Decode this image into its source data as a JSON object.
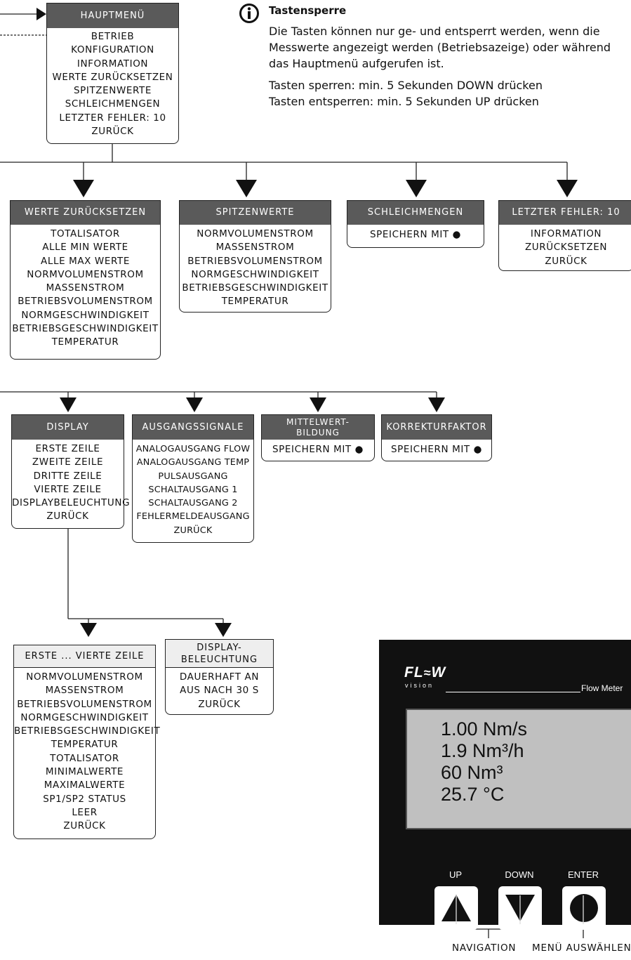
{
  "hauptmenue": {
    "title": "HAUPTMENÜ",
    "items": [
      "BETRIEB",
      "KONFIGURATION",
      "INFORMATION",
      "WERTE ZURÜCKSETZEN",
      "SPITZENWERTE",
      "SCHLEICHMENGEN",
      "LETZTER FEHLER: 10",
      "ZURÜCK"
    ]
  },
  "info": {
    "title": "Tastensperre",
    "text": "Die Tasten können nur ge- und entsperrt werden, wenn die Messwerte angezeigt werden (Betriebsazeige) oder während das Hauptmenü aufgerufen ist.",
    "lock": "Tasten sperren: min. 5 Sekunden DOWN drücken",
    "unlock": "Tasten entsperren: min. 5 Sekunden UP drücken"
  },
  "werte": {
    "title": "WERTE ZURÜCKSETZEN",
    "items": [
      "TOTALISATOR",
      "ALLE MIN WERTE",
      "ALLE MAX WERTE",
      "NORMVOLUMENSTROM",
      "MASSENSTROM",
      "BETRIEBSVOLUMENSTROM",
      "NORMGESCHWINDIGKEIT",
      "BETRIEBSGESCHWINDIGKEIT",
      "TEMPERATUR"
    ]
  },
  "spitzen": {
    "title": "SPITZENWERTE",
    "items": [
      "NORMVOLUMENSTROM",
      "MASSENSTROM",
      "BETRIEBSVOLUMENSTROM",
      "NORMGESCHWINDIGKEIT",
      "BETRIEBSGESCHWINDIGKEIT",
      "TEMPERATUR"
    ]
  },
  "schleich": {
    "title": "SCHLEICHMENGEN",
    "items": [
      "SPEICHERN MIT ●"
    ]
  },
  "fehler": {
    "title": "LETZTER FEHLER: 10",
    "items": [
      "INFORMATION",
      "ZURÜCKSETZEN",
      "ZURÜCK"
    ]
  },
  "display": {
    "title": "DISPLAY",
    "items": [
      "ERSTE ZEILE",
      "ZWEITE ZEILE",
      "DRITTE ZEILE",
      "VIERTE ZEILE",
      "DISPLAYBELEUCHTUNG",
      "ZURÜCK"
    ]
  },
  "ausgang": {
    "title": "AUSGANGSSIGNALE",
    "items": [
      "ANALOGAUSGANG FLOW",
      "ANALOGAUSGANG TEMP",
      "PULSAUSGANG",
      "SCHALTAUSGANG 1",
      "SCHALTAUSGANG 2",
      "FEHLERMELDEAUSGANG",
      "ZURÜCK"
    ]
  },
  "mittel": {
    "title_line1": "MITTELWERT-",
    "title_line2": "BILDUNG",
    "items": [
      "SPEICHERN MIT ●"
    ]
  },
  "korrektur": {
    "title": "KORREKTURFAKTOR",
    "items": [
      "SPEICHERN MIT ●"
    ]
  },
  "zeile": {
    "title": "ERSTE ... VIERTE ZEILE",
    "items": [
      "NORMVOLUMENSTROM",
      "MASSENSTROM",
      "BETRIEBSVOLUMENSTROM",
      "NORMGESCHWINDIGKEIT",
      "BETRIEBSGESCHWINDIGKEIT",
      "TEMPERATUR",
      "TOTALISATOR",
      "MINIMALWERTE",
      "MAXIMALWERTE",
      "SP1/SP2 STATUS",
      "LEER",
      "ZURÜCK"
    ]
  },
  "beleuchtung": {
    "title_line1": "DISPLAY-",
    "title_line2": "BELEUCHTUNG",
    "items": [
      "DAUERHAFT AN",
      "AUS NACH 30 S",
      "ZURÜCK"
    ]
  },
  "device": {
    "logo_main": "FL",
    "logo_w": "W",
    "logo_sub": "vision",
    "product": "Flow Meter",
    "lcd": [
      "1.00 Nm/s",
      "1.9 Nm³/h",
      "60 Nm³",
      "25.7 °C"
    ],
    "btn_up": "UP",
    "btn_down": "DOWN",
    "btn_enter": "ENTER"
  },
  "labels": {
    "navigation": "NAVIGATION",
    "menu": "MENÜ AUSWÄHLEN"
  }
}
